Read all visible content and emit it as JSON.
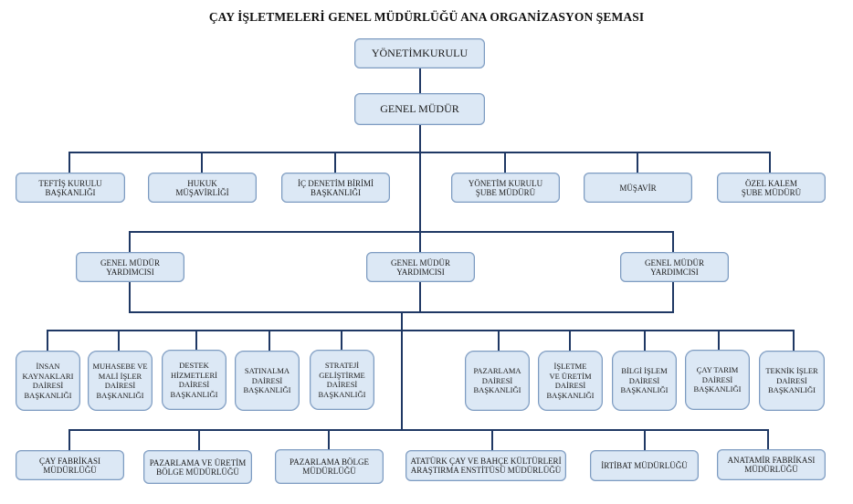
{
  "title": "ÇAY İŞLETMELERİ GENEL MÜDÜRLÜĞÜ ANA ORGANİZASYON ŞEMASI",
  "colors": {
    "box_fill": "#dce8f5",
    "box_border": "#7d9bc1",
    "connector": "#1f3864"
  },
  "top": {
    "board": "YÖNETİMKURULU",
    "general_manager": "GENEL MÜDÜR"
  },
  "advisory_units": [
    "TEFTİŞ KURULU\nBAŞKANLIĞI",
    "HUKUK\nMÜŞAVİRLİĞİ",
    "İÇ DENETİM BİRİMİ\nBAŞKANLIĞI",
    "YÖNETİM KURULU\nŞUBE MÜDÜRÜ",
    "MÜŞAVİR",
    "ÖZEL KALEM\nŞUBE MÜDÜRÜ"
  ],
  "deputies": [
    "GENEL MÜDÜR\nYARDIMCISI",
    "GENEL MÜDÜR\nYARDIMCISI",
    "GENEL MÜDÜR\nYARDIMCISI"
  ],
  "departments": [
    "İNSAN\nKAYNAKLARI\nDAİRESİ\nBAŞKANLIĞI",
    "MUHASEBE VE\nMALİ İŞLER\nDAİRESİ\nBAŞKANLIĞI",
    "DESTEK\nHİZMETLERİ\nDAİRESİ\nBAŞKANLIĞI",
    "SATINALMA\nDAİRESİ\nBAŞKANLIĞI",
    "STRATEJİ\nGELİŞTİRME\nDAİRESİ\nBAŞKANLIĞI",
    "PAZARLAMA\nDAİRESİ\nBAŞKANLIĞI",
    "İŞLETME\nVE ÜRETİM\nDAİRESİ\nBAŞKANLIĞI",
    "BİLGİ İŞLEM\nDAİRESİ\nBAŞKANLIĞI",
    "ÇAY TARIM\nDAİRESİ\nBAŞKANLIĞI",
    "TEKNİK İŞLER\nDAİRESİ\nBAŞKANLIĞI"
  ],
  "provincial_units": [
    "ÇAY FABRİKASI\nMÜDÜRLÜĞÜ",
    "PAZARLAMA VE ÜRETİM\nBÖLGE MÜDÜRLÜĞÜ",
    "PAZARLAMA BÖLGE\nMÜDÜRLÜĞÜ",
    "ATATÜRK ÇAY VE BAHÇE KÜLTÜRLERİ\nARAŞTIRMA ENSTİTÜSÜ MÜDÜRLÜĞÜ",
    "İRTİBAT MÜDÜRLÜĞÜ",
    "ANATAMİR FABRİKASI\nMÜDÜRLÜĞÜ"
  ]
}
